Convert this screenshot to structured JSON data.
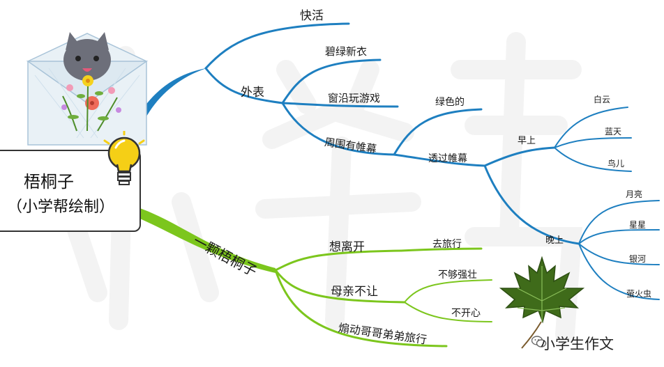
{
  "root": {
    "title": "梧桐子",
    "subtitle": "（小学帮绘制）"
  },
  "colors": {
    "blue_branch": "#1e7fc0",
    "green_branch": "#7cc61d",
    "dark_green": "#5f9e14",
    "bulb": "#f5cf16",
    "leaf": "#3f6b1a"
  },
  "icons": [
    "lightbulb-icon",
    "envelope-cat-icon",
    "maple-leaf-icon",
    "wechat-icon"
  ],
  "branches": {
    "kuaihuo": "快活",
    "waibiao": {
      "label": "外表",
      "bilv": "碧绿新衣",
      "chuanyan": "窗沿玩游戏",
      "zhouwei": {
        "label": "周围有帷幕",
        "lvse": "绿色的",
        "touguo": {
          "label": "透过帷幕",
          "zaoshang": {
            "label": "早上",
            "items": [
              "白云",
              "蓝天",
              "鸟儿"
            ]
          },
          "wanshang": {
            "label": "晚上",
            "items": [
              "月亮",
              "星星",
              "银河",
              "萤火虫"
            ]
          }
        }
      }
    },
    "yike": {
      "label": "一颗梧桐子",
      "xianglikai": {
        "label": "想离开",
        "qulvxing": "去旅行"
      },
      "muqin": {
        "label": "母亲不让",
        "items": [
          "不够强壮",
          "不开心"
        ]
      },
      "shandong": "煽动哥哥弟弟旅行"
    }
  },
  "brand": "小学生作文",
  "watermark": "小学帮"
}
